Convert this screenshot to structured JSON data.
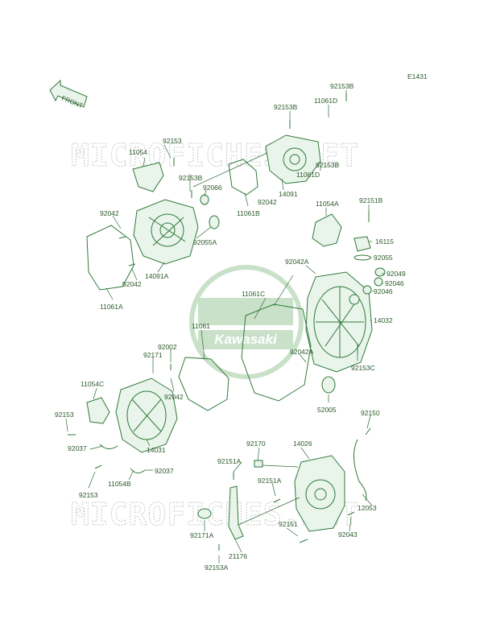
{
  "diagram_code": "E1431",
  "front_label": "FRONT",
  "watermark": "MICROFICHES.NET",
  "logo": {
    "text": "Kawasaki"
  },
  "labels": [
    {
      "id": "92153B_top",
      "text": "92153B"
    },
    {
      "id": "11061D_top",
      "text": "11061D"
    },
    {
      "id": "92153B_a",
      "text": "92153B"
    },
    {
      "id": "92153_a",
      "text": "92153"
    },
    {
      "id": "11054",
      "text": "11054"
    },
    {
      "id": "11061D_b",
      "text": "11061D"
    },
    {
      "id": "92153B_b",
      "text": "92153B"
    },
    {
      "id": "92153B_c",
      "text": "92153B"
    },
    {
      "id": "92066",
      "text": "92066"
    },
    {
      "id": "14091",
      "text": "14091"
    },
    {
      "id": "11061B",
      "text": "11061B"
    },
    {
      "id": "92042_a",
      "text": "92042"
    },
    {
      "id": "92042_b",
      "text": "92042"
    },
    {
      "id": "92055A",
      "text": "92055A"
    },
    {
      "id": "11054A",
      "text": "11054A"
    },
    {
      "id": "92151B",
      "text": "92151B"
    },
    {
      "id": "16115",
      "text": "16115"
    },
    {
      "id": "92055",
      "text": "92055"
    },
    {
      "id": "92042A_a",
      "text": "92042A"
    },
    {
      "id": "92049",
      "text": "92049"
    },
    {
      "id": "92046_a",
      "text": "92046"
    },
    {
      "id": "92046_b",
      "text": "92046"
    },
    {
      "id": "92042_c",
      "text": "92042"
    },
    {
      "id": "14091A",
      "text": "14091A"
    },
    {
      "id": "11061A",
      "text": "11061A"
    },
    {
      "id": "11061C",
      "text": "11061C"
    },
    {
      "id": "14032",
      "text": "14032"
    },
    {
      "id": "11061",
      "text": "11061"
    },
    {
      "id": "92002",
      "text": "92002"
    },
    {
      "id": "92171",
      "text": "92171"
    },
    {
      "id": "92042A_b",
      "text": "92042A"
    },
    {
      "id": "92153C",
      "text": "92153C"
    },
    {
      "id": "92042_d",
      "text": "92042"
    },
    {
      "id": "11054C",
      "text": "11054C"
    },
    {
      "id": "52005",
      "text": "52005"
    },
    {
      "id": "92150",
      "text": "92150"
    },
    {
      "id": "92153_b",
      "text": "92153"
    },
    {
      "id": "92037_a",
      "text": "92037"
    },
    {
      "id": "14031",
      "text": "14031"
    },
    {
      "id": "92170",
      "text": "92170"
    },
    {
      "id": "14026",
      "text": "14026"
    },
    {
      "id": "92037_b",
      "text": "92037"
    },
    {
      "id": "92151A_a",
      "text": "92151A"
    },
    {
      "id": "92153_c",
      "text": "92153"
    },
    {
      "id": "11054B",
      "text": "11054B"
    },
    {
      "id": "92151A_b",
      "text": "92151A"
    },
    {
      "id": "12053",
      "text": "12053"
    },
    {
      "id": "92171A",
      "text": "92171A"
    },
    {
      "id": "92151",
      "text": "92151"
    },
    {
      "id": "92043",
      "text": "92043"
    },
    {
      "id": "21176",
      "text": "21176"
    },
    {
      "id": "92153A",
      "text": "92153A"
    }
  ],
  "colors": {
    "line": "#2f7a3a",
    "label": "#2a5a2a",
    "watermark": "#c9c9c9",
    "logo": "#b8d8b8"
  }
}
